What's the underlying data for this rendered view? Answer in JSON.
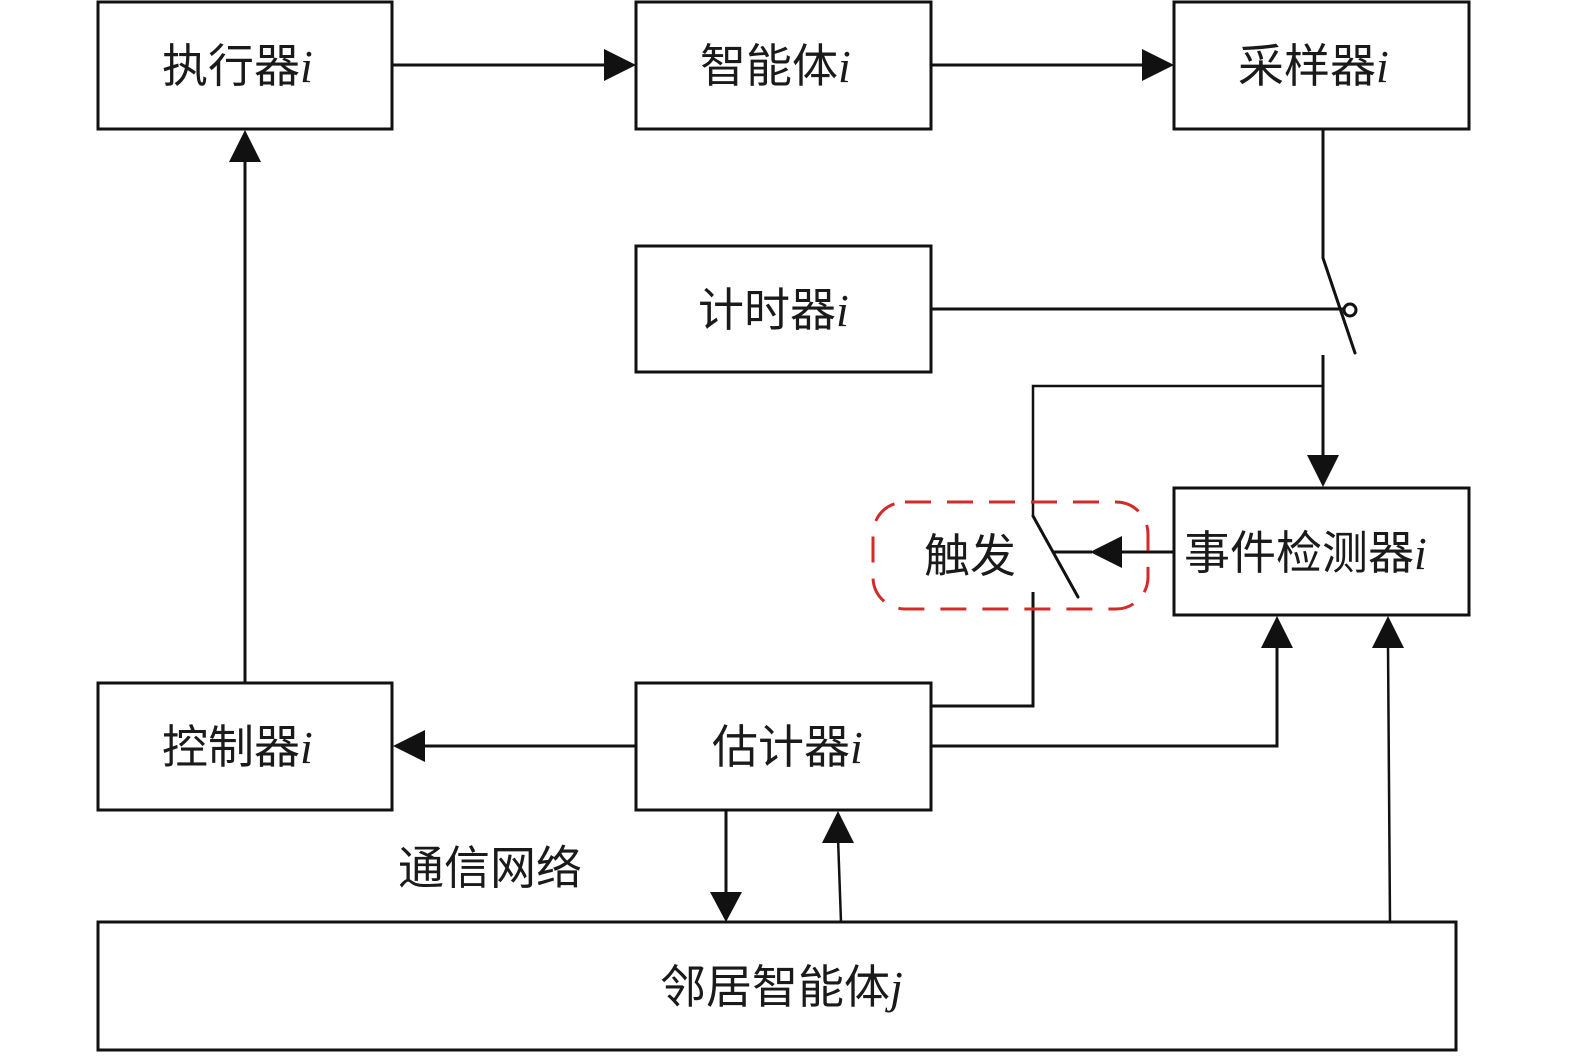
{
  "diagram": {
    "nodes": {
      "actuator": {
        "name": "执行器",
        "index": "i"
      },
      "agent": {
        "name": "智能体",
        "index": "i"
      },
      "sampler": {
        "name": "采样器",
        "index": "i"
      },
      "timer": {
        "name": "计时器",
        "index": "i"
      },
      "detector": {
        "name": "事件检测器",
        "index": "i"
      },
      "controller": {
        "name": "控制器",
        "index": "i"
      },
      "estimator": {
        "name": "估计器",
        "index": "i"
      },
      "neighbor": {
        "name": "邻居智能体",
        "index": "j"
      }
    },
    "trigger_label": "触发",
    "network_label": "通信网络",
    "colors": {
      "line": "#111111",
      "trigger_outline": "#d42a2a"
    },
    "edges": [
      {
        "from": "actuator",
        "to": "agent"
      },
      {
        "from": "agent",
        "to": "sampler"
      },
      {
        "from": "sampler",
        "to": "detector",
        "via": "timer-switch"
      },
      {
        "from": "timer",
        "to": "sampler-switch"
      },
      {
        "from": "detector",
        "to": "trigger-switch"
      },
      {
        "from": "sampler-switch",
        "to": "estimator",
        "via": "trigger-switch"
      },
      {
        "from": "estimator",
        "to": "controller"
      },
      {
        "from": "controller",
        "to": "actuator"
      },
      {
        "from": "estimator",
        "to": "detector"
      },
      {
        "from": "estimator",
        "to": "neighbor"
      },
      {
        "from": "neighbor",
        "to": "estimator"
      },
      {
        "from": "neighbor",
        "to": "detector"
      }
    ]
  }
}
